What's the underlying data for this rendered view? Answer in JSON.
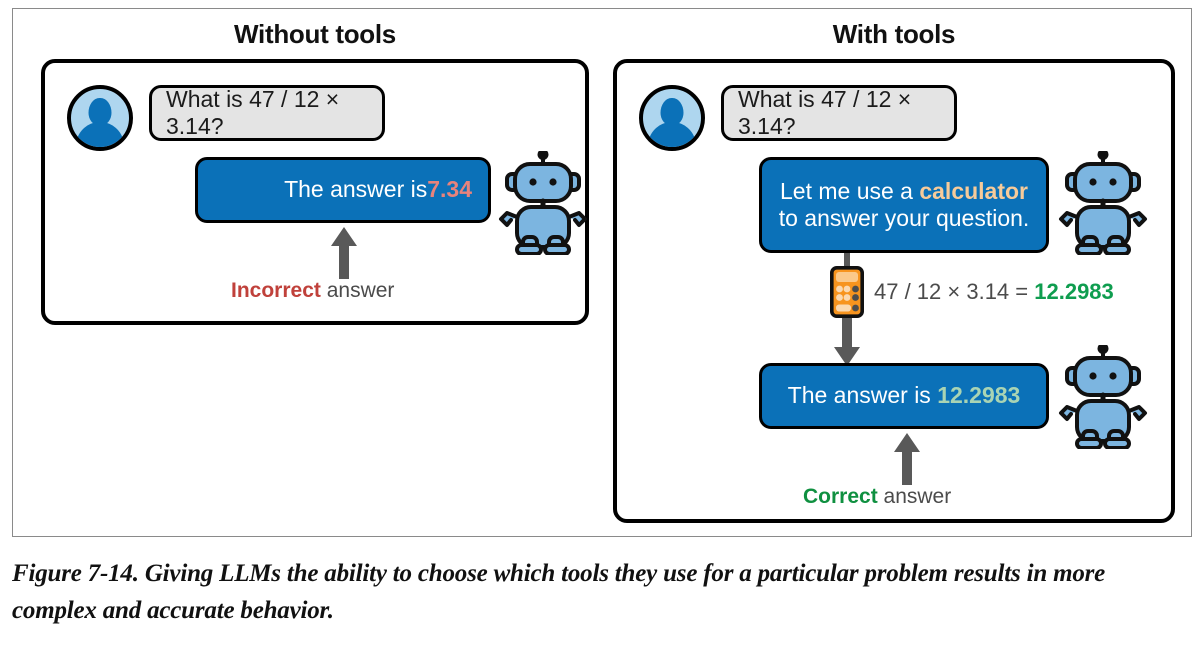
{
  "figure": {
    "caption": "Figure 7-14. Giving LLMs the ability to choose which tools they use for a particular problem results in more complex and accurate behavior."
  },
  "colors": {
    "bubble_bot_bg": "#0b71b8",
    "bubble_user_bg": "#e4e4e4",
    "avatar_bg": "#aed6ef",
    "robot_body": "#7cb5e0",
    "calculator_body": "#f7941e",
    "calculator_screen": "#fbc98a",
    "incorrect_red": "#c0413b",
    "correct_green": "#0f9040",
    "result_green": "#0f9d4f",
    "highlight_orange": "#f7cb9a",
    "answer_red": "#e8837c",
    "answer_green": "#a9d4b4"
  },
  "panels": [
    {
      "id": "without-tools",
      "title": "Without tools",
      "user_message": "What is 47 / 12 × 3.14?",
      "bot_message": {
        "prefix": "The answer is ",
        "value": "7.34"
      },
      "note": {
        "emphasis": "Incorrect",
        "rest": " answer"
      },
      "icons": [
        "user-avatar-icon",
        "robot-icon",
        "arrow-up-icon"
      ]
    },
    {
      "id": "with-tools",
      "title": "With tools",
      "user_message": "What is 47 / 12 × 3.14?",
      "bot_message_1": {
        "line1_prefix": "Let me use a ",
        "line1_highlight": "calculator",
        "line2": "to answer your question."
      },
      "tool": {
        "icon": "calculator-icon",
        "expression": "47 / 12 × 3.14 = ",
        "result": "12.2983"
      },
      "bot_message_2": {
        "prefix": "The answer is ",
        "value": "12.2983"
      },
      "note": {
        "emphasis": "Correct",
        "rest": " answer"
      },
      "icons": [
        "user-avatar-icon",
        "robot-icon",
        "calculator-icon",
        "arrow-down-icon",
        "arrow-up-icon"
      ]
    }
  ]
}
